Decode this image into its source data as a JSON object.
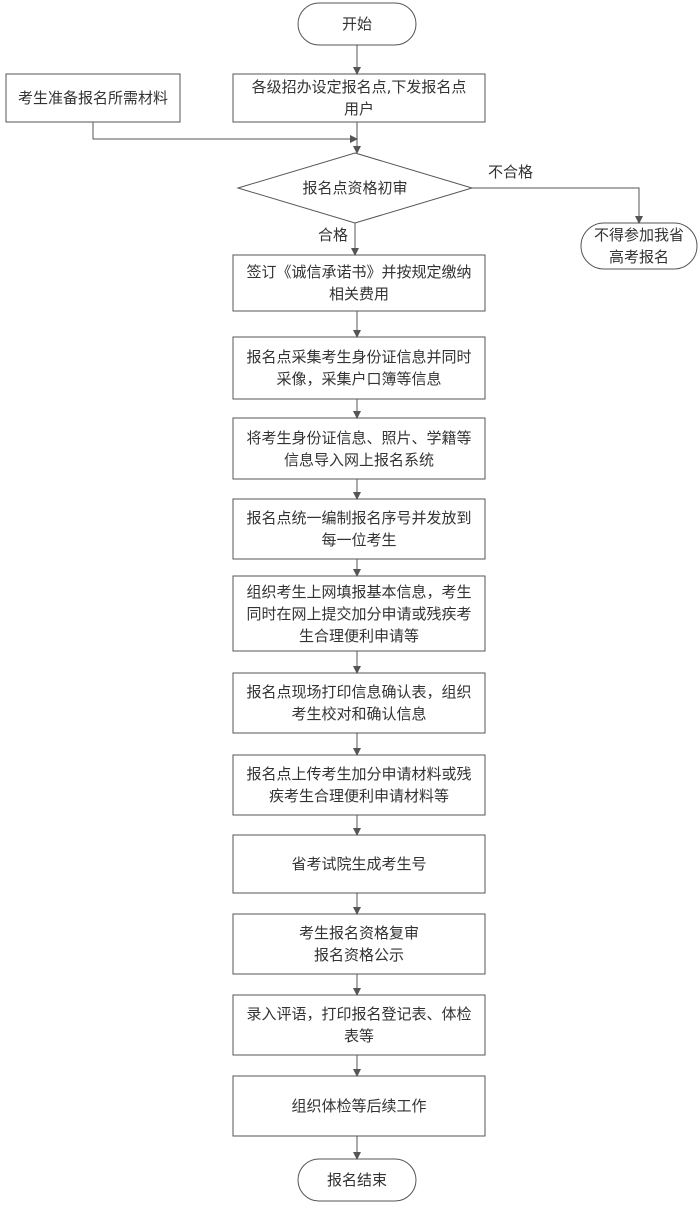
{
  "flowchart": {
    "start": "开始",
    "materials": "考生准备报名所需材料",
    "step_setup": "各级招办设定报名点,下发报名点用户",
    "decision": "报名点资格初审",
    "fail_label": "不合格",
    "pass_label": "合格",
    "reject": "不得参加我省高考报名",
    "steps": [
      "签订《诚信承诺书》并按规定缴纳相关费用",
      "报名点采集考生身份证信息并同时采像，采集户口簿等信息",
      "将考生身份证信息、照片、学籍等信息导入网上报名系统",
      "报名点统一编制报名序号并发放到每一位考生",
      "组织考生上网填报基本信息，考生同时在网上提交加分申请或残疾考生合理便利申请等",
      "报名点现场打印信息确认表，组织考生校对和确认信息",
      "报名点上传考生加分申请材料或残疾考生合理便利申请材料等",
      "省考试院生成考生号",
      "考生报名资格复审\n报名资格公示",
      "录入评语，打印报名登记表、体检表等",
      "组织体检等后续工作"
    ],
    "end": "报名结束"
  },
  "colors": {
    "stroke": "#555555",
    "text": "#333333",
    "background": "#ffffff"
  }
}
